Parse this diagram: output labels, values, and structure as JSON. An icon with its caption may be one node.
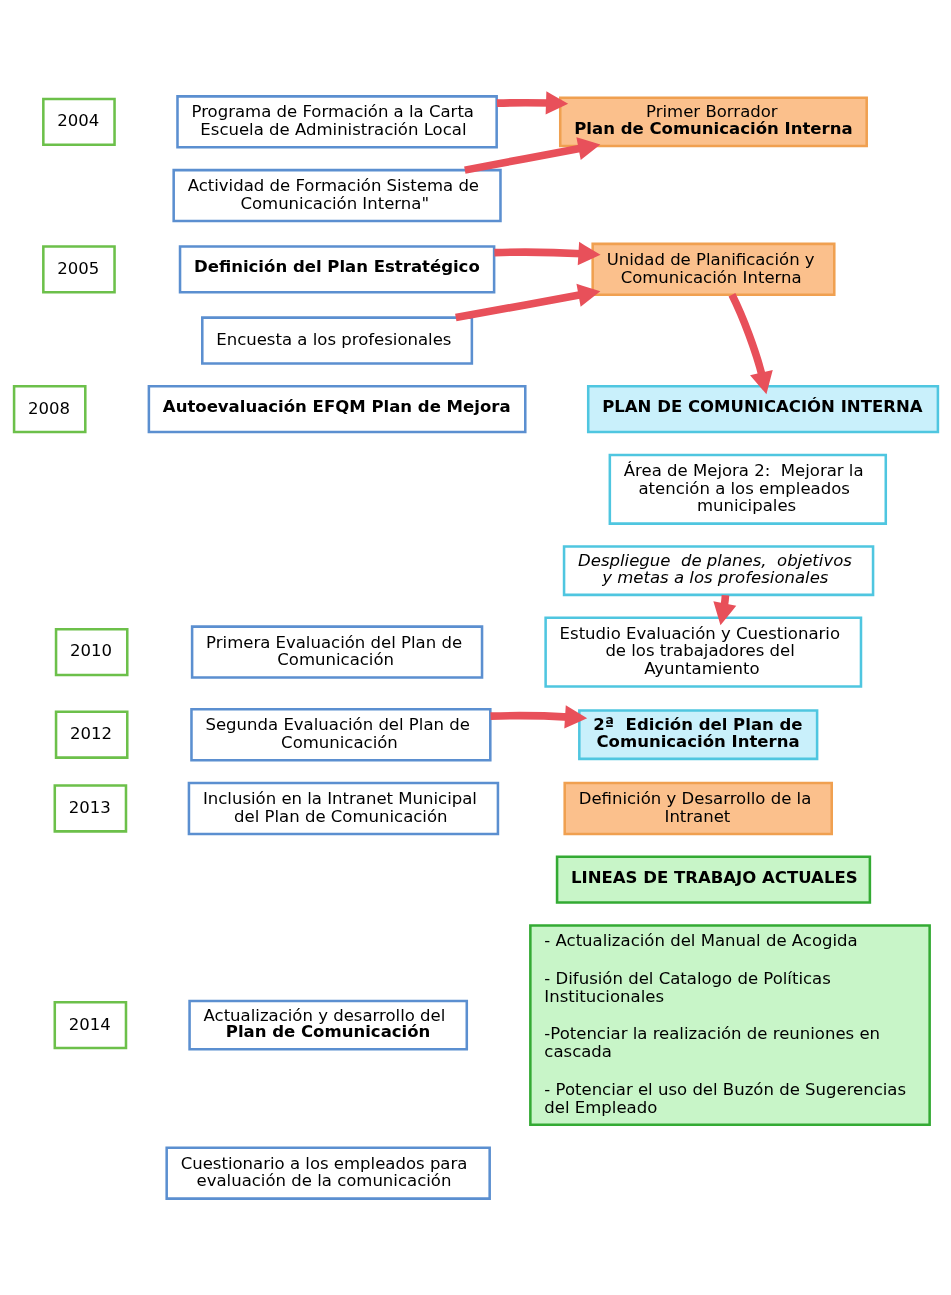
{
  "diagram": {
    "nodes": [
      {
        "text": [
          "2004"
        ]
      },
      {
        "text": [
          "Programa de Formación a la Carta Escuela de Administración Local"
        ]
      },
      {
        "text": [
          "Actividad de Formación Sistema de Comunicación Interna\""
        ]
      },
      {
        "text": [
          "Primer Borrador",
          "Plan de Comunicación Interna"
        ]
      },
      {
        "text": [
          "2005"
        ]
      },
      {
        "text": [
          "Definición del Plan Estratégico"
        ]
      },
      {
        "text": [
          "Encuesta a los profesionales"
        ]
      },
      {
        "text": [
          "Unidad de Planificación y Comunicación Interna"
        ]
      },
      {
        "text": [
          "2008"
        ]
      },
      {
        "text": [
          "Autoevaluación EFQM Plan de Mejora"
        ]
      },
      {
        "text": [
          "PLAN DE COMUNICACIÓN INTERNA"
        ]
      },
      {
        "text": [
          "Área de Mejora 2:  Mejorar la atención a los empleados municipales"
        ]
      },
      {
        "text": [
          "Despliegue  de planes,  objetivos y metas a los profesionales"
        ]
      },
      {
        "text": [
          "Estudio Evaluación y Cuestionario de los trabajadores del Ayuntamiento"
        ]
      },
      {
        "text": [
          "2010"
        ]
      },
      {
        "text": [
          "Primera Evaluación del Plan de Comunicación"
        ]
      },
      {
        "text": [
          "2012"
        ]
      },
      {
        "text": [
          "Segunda Evaluación del Plan de Comunicación"
        ]
      },
      {
        "text": [
          "2ª  Edición del Plan de Comunicación Interna"
        ]
      },
      {
        "text": [
          "2013"
        ]
      },
      {
        "text": [
          "Inclusión en la Intranet Municipal del Plan de Comunicación"
        ]
      },
      {
        "text": [
          "Definición y Desarrollo de la Intranet"
        ]
      },
      {
        "text": [
          "LINEAS DE TRABAJO ACTUALES"
        ]
      },
      {
        "text": [
          "- Actualización del Manual de Acogida",
          "- Difusión del Catalogo de Políticas Institucionales",
          "-Potenciar la realización de reuniones en cascada",
          "- Potenciar el uso del Buzón de Sugerencias del Empleado"
        ]
      },
      {
        "text": [
          "2014"
        ]
      },
      {
        "text": [
          "Actualización y desarrollo del **Plan de Comunicación**"
        ]
      },
      {
        "text": [
          "Cuestionario a los empleados para evaluación de la comunicación"
        ]
      }
    ],
    "edges": [
      {
        "from": 1,
        "to": 3,
        "arrow": "to"
      },
      {
        "from": 2,
        "to": 3,
        "arrow": "to"
      },
      {
        "from": 5,
        "to": 7,
        "arrow": "to"
      },
      {
        "from": 6,
        "to": 7,
        "arrow": "to"
      },
      {
        "from": 7,
        "to": 10,
        "arrow": "to"
      },
      {
        "from": 12,
        "to": 13,
        "arrow": "to"
      },
      {
        "from": 17,
        "to": 18,
        "arrow": "to"
      }
    ]
  }
}
